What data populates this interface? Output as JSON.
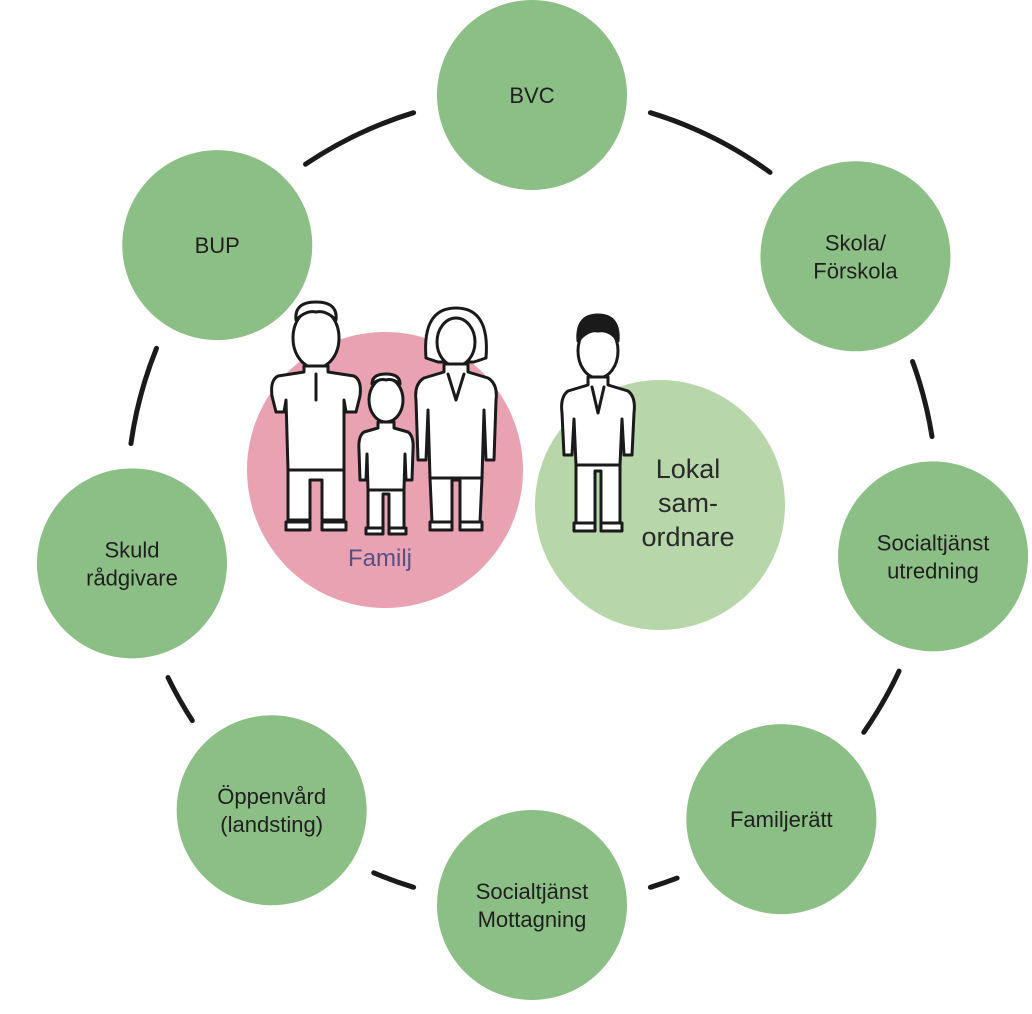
{
  "diagram": {
    "colors": {
      "node_fill": "#8cbf85",
      "ring_stroke": "#1a1a1a",
      "family_fill": "#e9a2b1",
      "coordinator_fill": "#b7d7aa",
      "family_text": "#5a4e86"
    },
    "nodes": [
      {
        "id": "bvc",
        "lines": [
          "BVC"
        ]
      },
      {
        "id": "skola",
        "lines": [
          "Skola/",
          "Förskola"
        ]
      },
      {
        "id": "soc-utredning",
        "lines": [
          "Socialtjänst",
          "utredning"
        ]
      },
      {
        "id": "familjeratt",
        "lines": [
          "Familjerätt"
        ]
      },
      {
        "id": "soc-mottagning",
        "lines": [
          "Socialtjänst",
          "Mottagning"
        ]
      },
      {
        "id": "oppenvard",
        "lines": [
          "Öppenvård",
          "(landsting)"
        ]
      },
      {
        "id": "skuld",
        "lines": [
          "Skuld",
          "rådgivare"
        ]
      },
      {
        "id": "bup",
        "lines": [
          "BUP"
        ]
      }
    ],
    "family": {
      "label": "Familj"
    },
    "coordinator": {
      "lines": [
        "Lokal",
        "sam-",
        "ordnare"
      ]
    },
    "icons": [
      "man-icon",
      "child-icon",
      "woman-icon",
      "coordinator-icon"
    ]
  }
}
